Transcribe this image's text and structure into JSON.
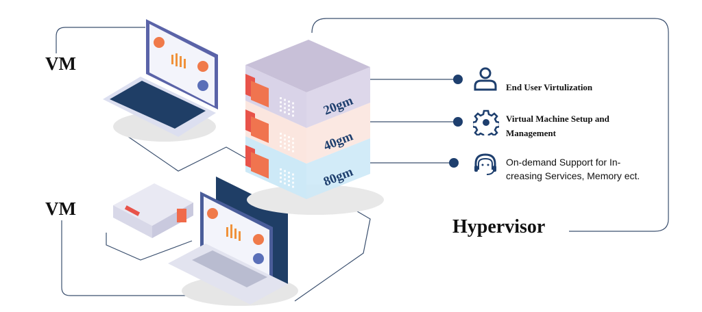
{
  "labels": {
    "vm_top": "VM",
    "vm_bottom": "VM",
    "hypervisor": "Hypervisor"
  },
  "servers": [
    {
      "label": "20gm",
      "color": "#d9d3e8"
    },
    {
      "label": "40gm",
      "color": "#fbe6df"
    },
    {
      "label": "80gm",
      "color": "#cde9f7"
    }
  ],
  "features": [
    {
      "icon": "user-icon",
      "text": "End User Virtulization"
    },
    {
      "icon": "gear-icon",
      "line1": "Virtual Machine Setup and",
      "line2": "Management"
    },
    {
      "icon": "headset-icon",
      "line1": "On-demand Support for In-",
      "line2": "creasing Services, Memory ect."
    }
  ],
  "colors": {
    "accent": "#1e3f6e",
    "line": "#3a4f6e"
  }
}
